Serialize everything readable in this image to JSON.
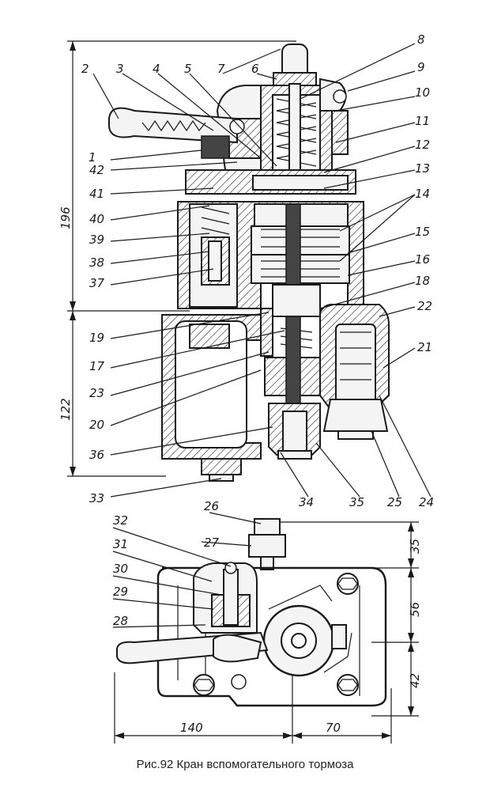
{
  "caption": "Рис.92 Кран вспомогательного тормоза",
  "part_labels": [
    "1",
    "2",
    "3",
    "4",
    "5",
    "6",
    "7",
    "8",
    "9",
    "10",
    "11",
    "12",
    "13",
    "14",
    "15",
    "16",
    "17",
    "18",
    "19",
    "20",
    "21",
    "22",
    "23",
    "24",
    "25",
    "26",
    "27",
    "28",
    "29",
    "30",
    "31",
    "32",
    "33",
    "34",
    "35",
    "36",
    "37",
    "38",
    "39",
    "40",
    "41",
    "42"
  ],
  "dimensions": {
    "top_height_upper": "196",
    "top_height_lower": "122",
    "plan_width_left": "140",
    "plan_width_right": "70",
    "plan_height_top": "35",
    "plan_height_mid": "56",
    "plan_height_bottom": "42"
  }
}
